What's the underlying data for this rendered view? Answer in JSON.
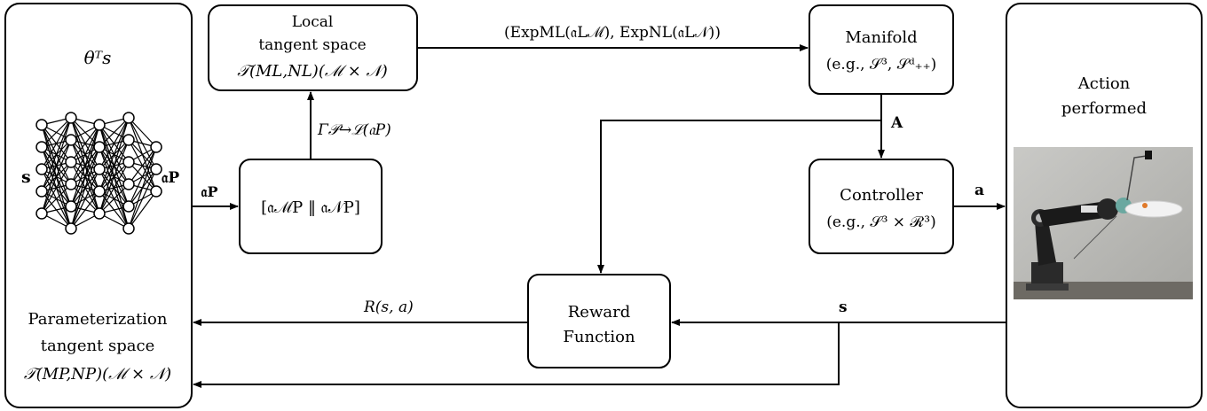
{
  "left_panel": {
    "top_formula": "θᵀs",
    "input_label": "s",
    "output_label": "𝔞P",
    "caption_line1": "Parameterization",
    "caption_line2": "tangent space",
    "caption_line3": "𝒯(MP,NP)(ℳ × 𝒩)"
  },
  "concat_box": {
    "formula": "[𝔞ℳP ‖ 𝔞𝒩P]"
  },
  "local_box": {
    "line1": "Local",
    "line2": "tangent space",
    "line3": "𝒯(ML,NL)(ℳ × 𝒩)"
  },
  "manifold_box": {
    "title": "Manifold",
    "examples": "(e.g., 𝒮³, 𝒮ᵈ₊₊)"
  },
  "controller_box": {
    "title": "Controller",
    "examples": "(e.g., 𝒮³ × ℛ³)"
  },
  "reward_box": {
    "line1": "Reward",
    "line2": "Function"
  },
  "action_panel": {
    "line1": "Action",
    "line2": "performed"
  },
  "edges": {
    "ap_to_concat": "𝔞P",
    "concat_to_local": "Γ𝒫→ℒ(𝔞P)",
    "local_to_manifold": "(ExpML(𝔞Lℳ), ExpNL(𝔞L𝒩))",
    "manifold_to_controller": "A",
    "controller_to_action": "a",
    "action_to_reward": "s",
    "reward_to_param": "R(s, a)"
  }
}
